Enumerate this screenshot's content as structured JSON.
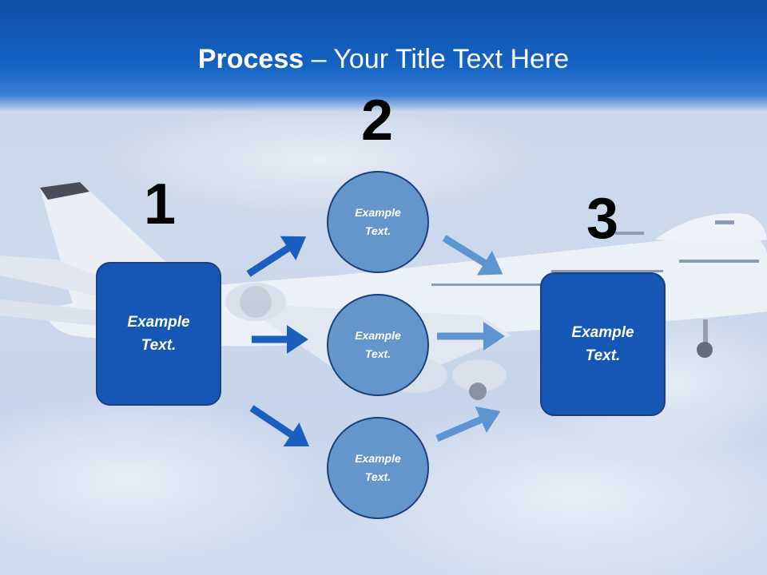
{
  "title": {
    "bold": "Process",
    "rest": " – Your Title Text Here"
  },
  "steps": {
    "one": "1",
    "two": "2",
    "three": "3"
  },
  "boxes": {
    "left": "Example Text.",
    "right": "Example Text."
  },
  "circles": {
    "top": "Example Text.",
    "middle": "Example Text.",
    "bottom": "Example Text."
  },
  "colors": {
    "title_band": "#1563c4",
    "box_fill": "#1657b5",
    "circle_fill": "#6496cc",
    "arrow_dark": "#1a5fc0",
    "arrow_light": "#5e94cf"
  }
}
